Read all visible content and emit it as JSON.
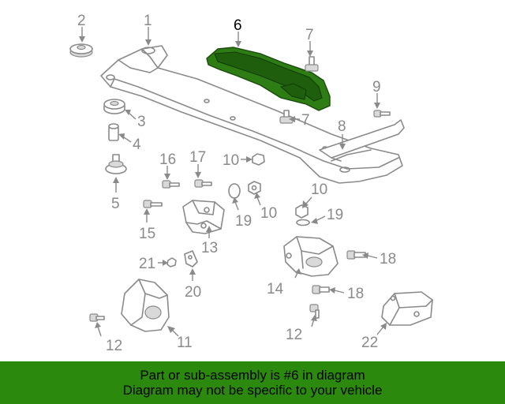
{
  "callouts": {
    "c1": "1",
    "c2": "2",
    "c3": "3",
    "c4": "4",
    "c5": "5",
    "c6": "6",
    "c7a": "7",
    "c7b": "7",
    "c8": "8",
    "c9": "9",
    "c10a": "10",
    "c10b": "10",
    "c10c": "10",
    "c11": "11",
    "c12a": "12",
    "c12b": "12",
    "c13": "13",
    "c14": "14",
    "c15": "15",
    "c16": "16",
    "c17": "17",
    "c18a": "18",
    "c18b": "18",
    "c19a": "19",
    "c19b": "19",
    "c20": "20",
    "c21": "21",
    "c22": "22"
  },
  "highlight": {
    "part_number": "6",
    "color": "#2e7d14"
  },
  "banner": {
    "line1": "Part or sub-assembly is #6 in diagram",
    "line2": "Diagram may not be specific to your vehicle",
    "color": "#2b8a0e"
  }
}
